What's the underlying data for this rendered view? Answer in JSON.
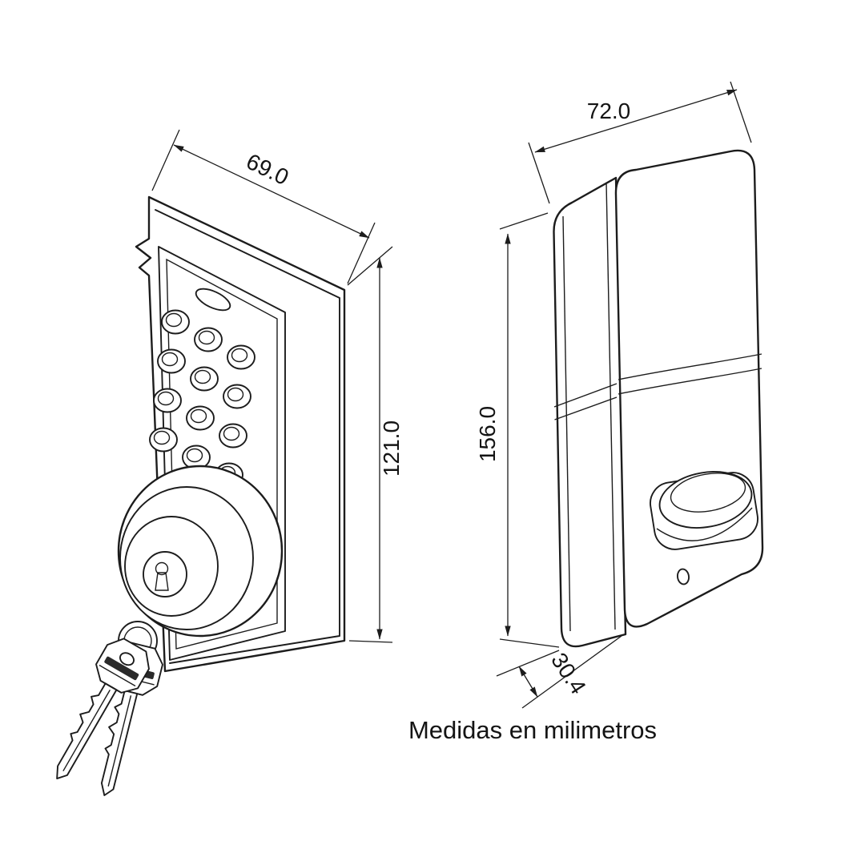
{
  "caption": "Medidas en milimetros",
  "front_view": {
    "width": "69.0",
    "height": "121.0"
  },
  "rear_view": {
    "width": "72.0",
    "height": "156.0",
    "depth": "30.4"
  },
  "colors": {
    "line": "#1c1c1c",
    "background": "#ffffff"
  }
}
